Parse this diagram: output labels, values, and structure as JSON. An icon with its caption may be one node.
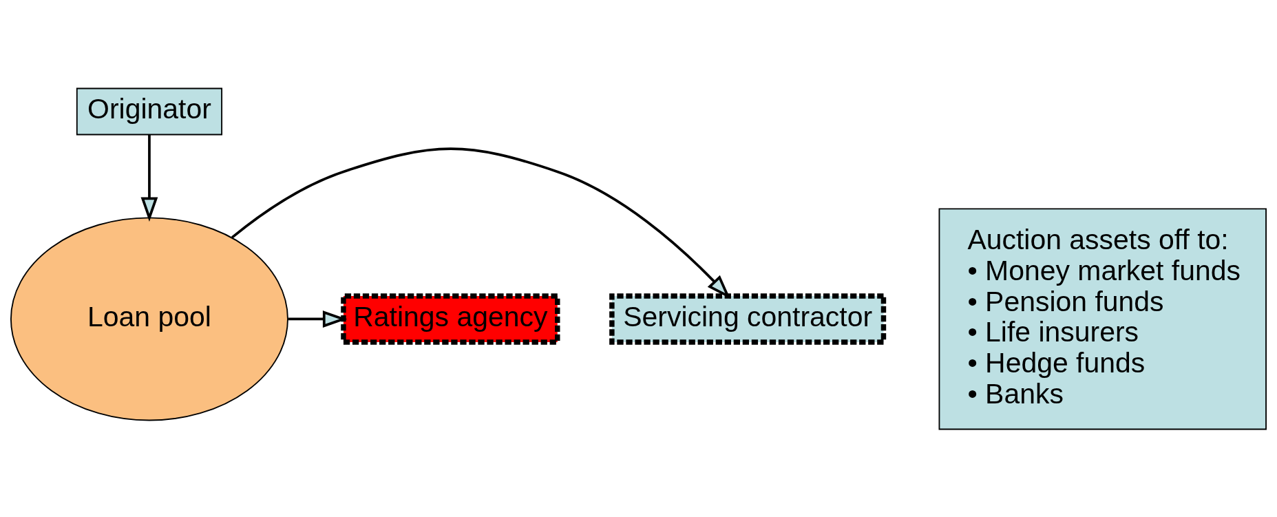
{
  "diagram": {
    "nodes": [
      {
        "text": [
          "Servicing contractor"
        ]
      },
      {
        "text": [
          "Originator"
        ]
      },
      {
        "text": [
          "Loan pool"
        ]
      },
      {
        "text": [
          "Ratings agency"
        ]
      },
      {
        "text": [
          "Auction assets off to:",
          "• Money market funds",
          "• Pension funds",
          "• Life insurers",
          "• Hedge funds",
          "• Banks"
        ]
      }
    ],
    "edges": [
      {
        "from": 1,
        "to": 2,
        "arrow": "to"
      },
      {
        "from": 2,
        "to": 0,
        "arrow": "to"
      },
      {
        "from": 2,
        "to": 3,
        "arrow": "to"
      }
    ]
  }
}
